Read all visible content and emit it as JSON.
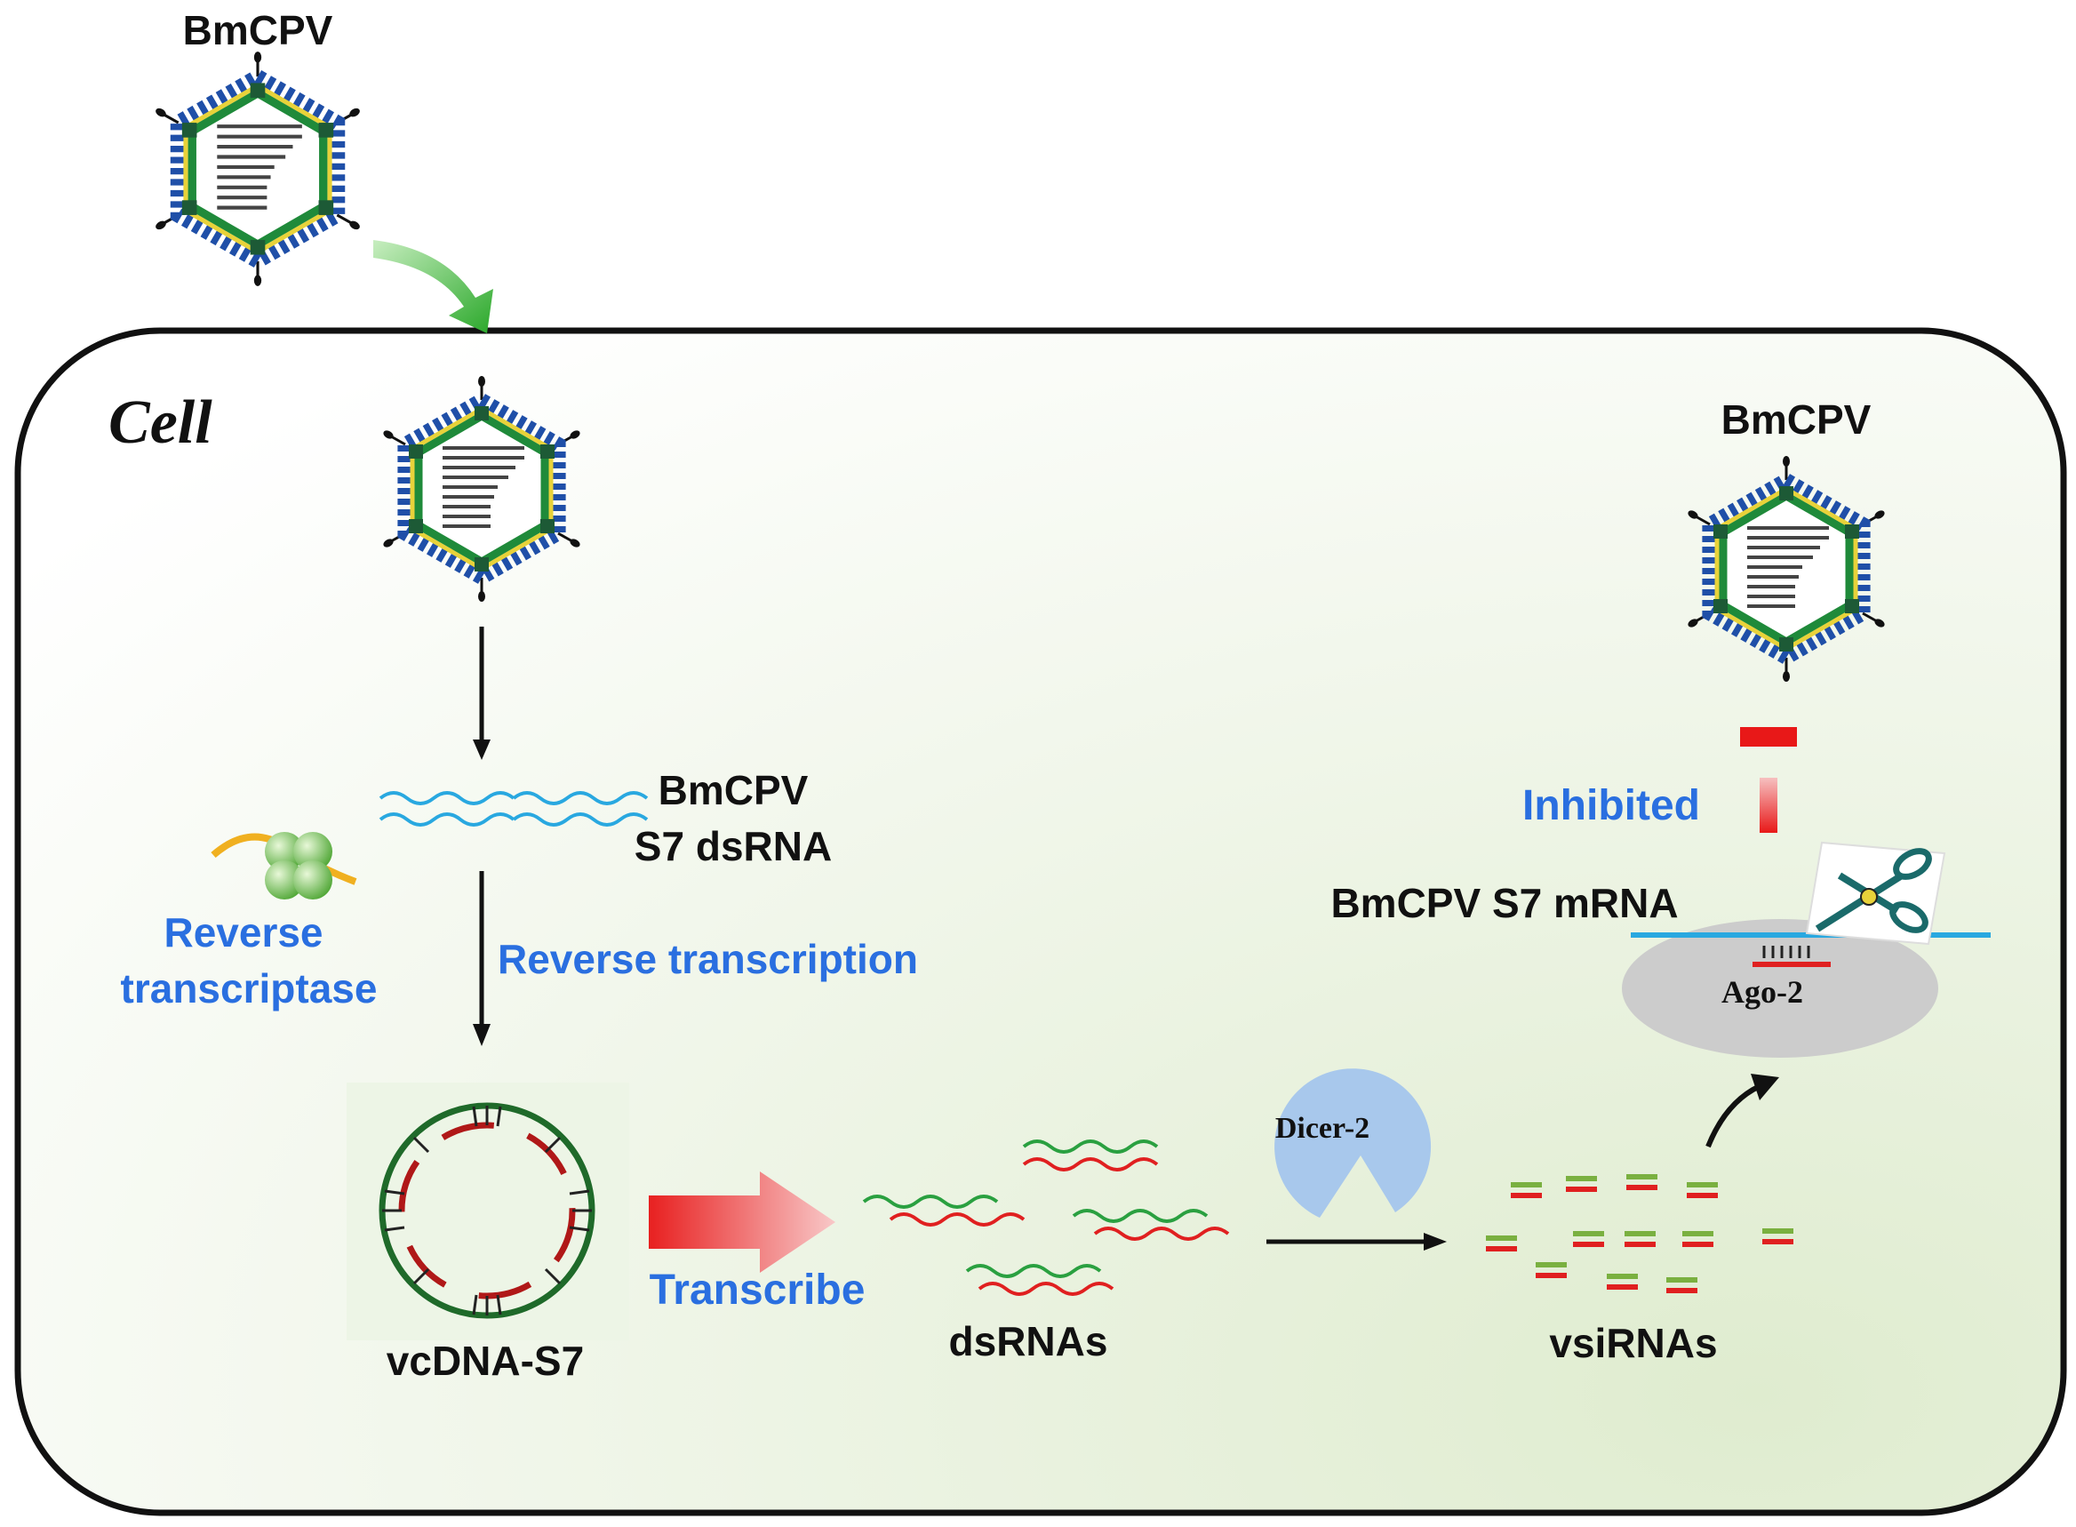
{
  "labels": {
    "virus_top": "BmCPV",
    "virus_right": "BmCPV",
    "cell": "Cell",
    "dsrna_line1": "BmCPV",
    "dsrna_line2": "S7 dsRNA",
    "rt_enzyme_line1": "Reverse",
    "rt_enzyme_line2": "transcriptase",
    "reverse_transcription": "Reverse transcription",
    "vcdna": "vcDNA-S7",
    "transcribe": "Transcribe",
    "dsrnas": "dsRNAs",
    "dicer": "Dicer-2",
    "vsirnas": "vsiRNAs",
    "inhibited": "Inhibited",
    "mrna": "BmCPV S7 mRNA",
    "ago": "Ago-2"
  },
  "colors": {
    "text_blue": "#2a6fe0",
    "capsid_green": "#1f8a3a",
    "capsid_blue": "#1f4fa8",
    "capsid_yellow": "#e8d23a",
    "rna_blue": "#29a8e0",
    "rna_green": "#2aa040",
    "rna_red": "#e02020",
    "inhibit_red": "#e81818",
    "dicer_blue": "#a8c8ec",
    "ago_gray": "#cccccc",
    "cell_fill": "#eef5e6"
  },
  "icons": [
    "virus-particle-icon",
    "reverse-transcriptase-icon",
    "circular-dna-icon",
    "dicer-icon",
    "scissors-icon"
  ]
}
